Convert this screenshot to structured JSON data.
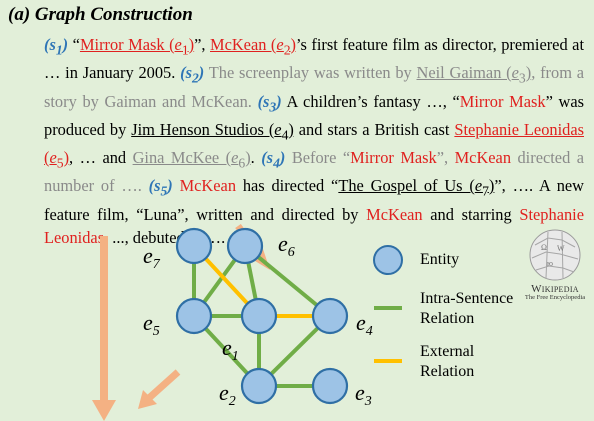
{
  "title": "(a) Graph Construction",
  "paragraph": {
    "s1": "(s",
    "s1_num": "1",
    "s1_close": ")",
    "t1": " “",
    "e1_name": "Mirror Mask (",
    "e1_sub": "e",
    "e1_subnum": "1",
    "e1_close": ")",
    "t2": "”, ",
    "e2_name": "McKean (",
    "e2_sub": "e",
    "e2_subnum": "2",
    "e2_close": ")",
    "t3": "’s first feature film as director, premiered at … in January 2005. ",
    "s2": "(s",
    "s2_num": "2",
    "s2_close": ")",
    "t4": " The screenplay was written by ",
    "e3_name": "Neil Gaiman (",
    "e3_sub": "e",
    "e3_subnum": "3",
    "e3_close": ")",
    "t5": ", from a story by Gaiman and McKean. ",
    "s3": "(s",
    "s3_num": "3",
    "s3_close": ")",
    "t6": " A children’s fantasy …, “",
    "red_mm1": "Mirror Mask",
    "t7": "” was produced by ",
    "e4_name": "Jim Henson Studios (",
    "e4_sub": "e",
    "e4_subnum": "4",
    "e4_close": ")",
    "t8": " and stars a British cast ",
    "e5_name": "Stephanie Leonidas (",
    "e5_sub": "e",
    "e5_subnum": "5",
    "e5_close": ")",
    "t9": ", … and ",
    "e6_name": "Gina McKee (",
    "e6_sub": "e",
    "e6_subnum": "6",
    "e6_close": ")",
    "t10": ". ",
    "s4": "(s",
    "s4_num": "4",
    "s4_close": ")",
    "t11": " Before “",
    "red_mm2": "Mirror Mask",
    "t12": "”, ",
    "red_mck1": "McKean",
    "t13": " directed a number of …. ",
    "s5": "(s",
    "s5_num": "5",
    "s5_close": ")",
    "t14": " ",
    "red_mck2": "McKean",
    "t15": " has directed “",
    "e7_name": "The Gospel of Us (",
    "e7_sub": "e",
    "e7_subnum": "7",
    "e7_close": ")",
    "t16": "”, …. A new feature film, “Luna”, written and directed by ",
    "red_mck3": "McKean",
    "t17": " and starring ",
    "red_sl": "Stephanie Leonidas",
    "t18": ", ..., debuted at …."
  },
  "graph": {
    "nodes": [
      {
        "id": "e7",
        "label": "e",
        "sub": "7"
      },
      {
        "id": "e6",
        "label": "e",
        "sub": "6"
      },
      {
        "id": "e5",
        "label": "e",
        "sub": "5"
      },
      {
        "id": "e1",
        "label": "e",
        "sub": "1"
      },
      {
        "id": "e4",
        "label": "e",
        "sub": "4"
      },
      {
        "id": "e2",
        "label": "e",
        "sub": "2"
      },
      {
        "id": "e3",
        "label": "e",
        "sub": "3"
      }
    ],
    "intra_edges": [
      [
        "e7",
        "e5"
      ],
      [
        "e5",
        "e6"
      ],
      [
        "e6",
        "e1"
      ],
      [
        "e5",
        "e1"
      ],
      [
        "e5",
        "e2"
      ],
      [
        "e1",
        "e2"
      ],
      [
        "e6",
        "e4"
      ],
      [
        "e2",
        "e4"
      ],
      [
        "e2",
        "e3"
      ]
    ],
    "external_edges": [
      [
        "e7",
        "e1"
      ],
      [
        "e1",
        "e4"
      ]
    ]
  },
  "legend": {
    "entity": "Entity",
    "intra_line1": "Intra-Sentence",
    "intra_line2": "Relation",
    "external_line1": "External",
    "external_line2": "Relation"
  },
  "logo": {
    "name": "Wikipedia",
    "tagline": "The Free Encyclopedia"
  },
  "colors": {
    "background": "#e2efd9",
    "entity_red": "#e0211f",
    "sentence_blue": "#2e75b6",
    "node_fill": "#9dc3e6",
    "node_stroke": "#2f6fa5",
    "intra_edge": "#70ad47",
    "external_edge": "#ffc000",
    "arrow": "#f4b183"
  }
}
